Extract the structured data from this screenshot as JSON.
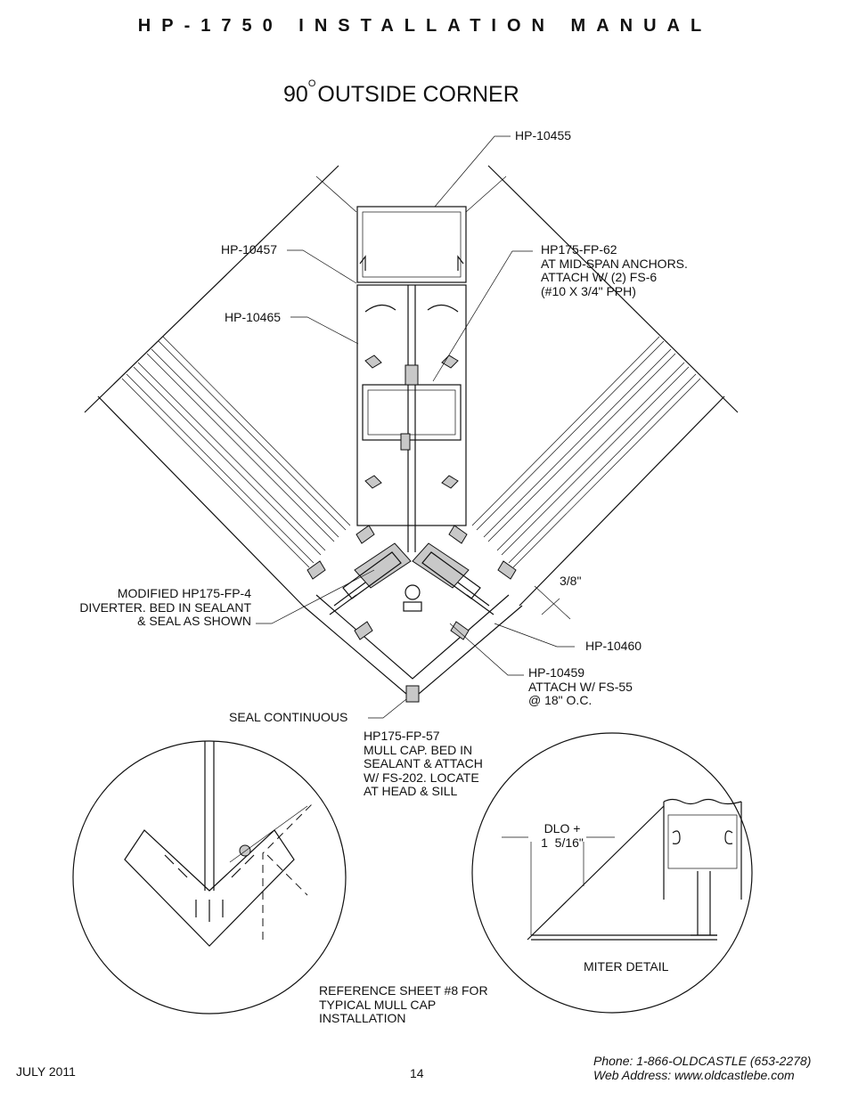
{
  "header": {
    "title": "HP-1750 INSTALLATION MANUAL"
  },
  "drawing": {
    "title_number": "90",
    "title_degree": "O",
    "title_text": "OUTSIDE CORNER"
  },
  "labels": {
    "hp10455": "HP-10455",
    "hp10457": "HP-10457",
    "hp10465": "HP-10465",
    "fp62": "HP175-FP-62\nAT MID-SPAN ANCHORS.\nATTACH W/ (2) FS-6\n(#10 X 3/4\" PPH)",
    "fp4": "MODIFIED HP175-FP-4\nDIVERTER. BED IN SEALANT\n& SEAL AS SHOWN",
    "three_eighths": "3/8\"",
    "hp10460": "HP-10460",
    "hp10459": "HP-10459\nATTACH W/ FS-55\n@ 18\" O.C.",
    "seal": "SEAL CONTINUOUS",
    "fp57": "HP175-FP-57\nMULL CAP. BED IN\nSEALANT & ATTACH\nW/ FS-202. LOCATE\nAT HEAD & SILL",
    "dlo": "DLO +\n1  5/16\"",
    "miter": "MITER DETAIL",
    "reference": "REFERENCE SHEET #8 FOR\nTYPICAL MULL CAP\nINSTALLATION"
  },
  "footer": {
    "date": "JULY 2011",
    "page": "14",
    "phone": "Phone: 1-866-OLDCASTLE (653-2278)",
    "web": "Web Address: www.oldcastlebe.com"
  }
}
